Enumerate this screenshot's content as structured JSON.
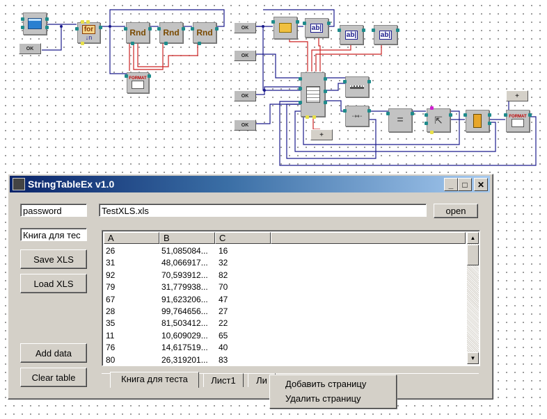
{
  "window": {
    "title": "StringTableEx v1.0",
    "caption_buttons": [
      "_",
      "□",
      "✕"
    ],
    "password_value": "password",
    "book_value": "Книга для тес",
    "file_value": "TestXLS.xls",
    "open_label": "open",
    "save_label": "Save XLS",
    "load_label": "Load XLS",
    "add_label": "Add data",
    "clear_label": "Clear table"
  },
  "table": {
    "columns": [
      "A",
      "B",
      "C"
    ],
    "rows": [
      [
        "26",
        "51,085084...",
        "16"
      ],
      [
        "31",
        "48,066917...",
        "32"
      ],
      [
        "92",
        "70,593912...",
        "82"
      ],
      [
        "79",
        "31,779938...",
        "70"
      ],
      [
        "67",
        "91,623206...",
        "47"
      ],
      [
        "28",
        "99,764656...",
        "27"
      ],
      [
        "35",
        "81,503412...",
        "22"
      ],
      [
        "11",
        "10,609029...",
        "65"
      ],
      [
        "76",
        "14,617519...",
        "40"
      ],
      [
        "80",
        "26,319201...",
        "83"
      ]
    ]
  },
  "tabs": [
    "Книга для теста",
    "Лист1",
    "Ли"
  ],
  "context_menu": [
    "Добавить страницу",
    "Удалить страницу"
  ],
  "schematic": {
    "rnd_label": "Rnd",
    "for_label": "for",
    "ok_label": "OK",
    "format_label": "FORMAT",
    "plus_label": "+",
    "equals_label": "=",
    "ab_label": "ab|",
    "accent": "#0a246a",
    "wire_blue": "#1a1a8c",
    "wire_red": "#cc2222",
    "pin_color": "#1f8b8b"
  }
}
